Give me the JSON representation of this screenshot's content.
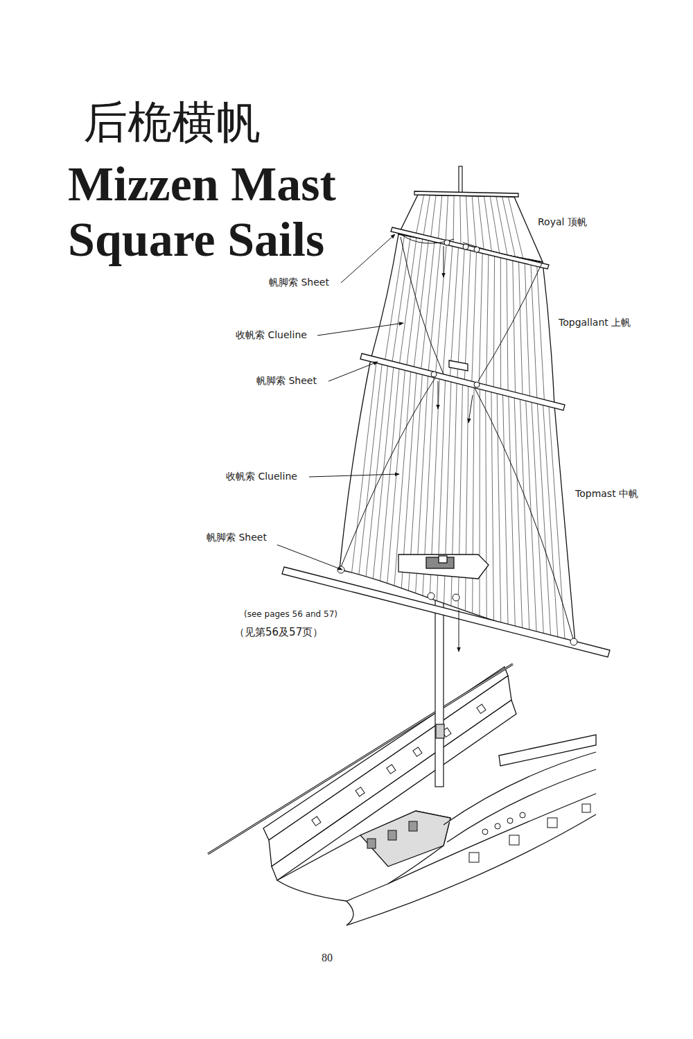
{
  "diagram": {
    "title": "Mizzen Mast Square Sails",
    "labels": [
      "后桅横帆",
      "Royal 顶帆",
      "帆脚索 Sheet",
      "收帆索 Clueline",
      "Topgallant 上帆",
      "帆脚索 Sheet",
      "收帆索 Clueline",
      "Topmast 中帆",
      "帆脚索 Sheet",
      "(see pages 56 and 57)",
      "（见第56及57页）",
      "80"
    ]
  }
}
